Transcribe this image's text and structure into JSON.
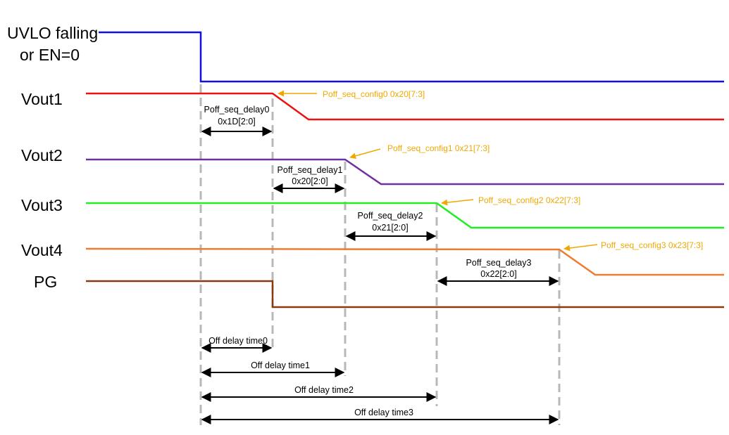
{
  "colors": {
    "uvlo": "#1010e0",
    "vout1": "#ee1111",
    "vout2": "#7030a0",
    "vout3": "#22ee22",
    "vout4": "#ed7d31",
    "pg": "#8b3a10",
    "config_text": "#f0a800",
    "guide": "#b8b8b8"
  },
  "signals": {
    "uvlo": "UVLO falling",
    "uvlo_line2": "or EN=0",
    "vout1": "Vout1",
    "vout2": "Vout2",
    "vout3": "Vout3",
    "vout4": "Vout4",
    "pg": "PG"
  },
  "config_labels": [
    "Poff_seq_config0 0x20[7:3]",
    "Poff_seq_config1 0x21[7:3]",
    "Poff_seq_config2 0x22[7:3]",
    "Poff_seq_config3 0x23[7:3]"
  ],
  "seq_delays": [
    {
      "name": "Poff_seq_delay0",
      "reg": "0x1D[2:0]"
    },
    {
      "name": "Poff_seq_delay1",
      "reg": "0x20[2:0]"
    },
    {
      "name": "Poff_seq_delay2",
      "reg": "0x21[2:0]"
    },
    {
      "name": "Poff_seq_delay3",
      "reg": "0x22[2:0]"
    }
  ],
  "off_delays": [
    "Off delay time0",
    "Off delay time1",
    "Off delay time2",
    "Off delay time3"
  ]
}
